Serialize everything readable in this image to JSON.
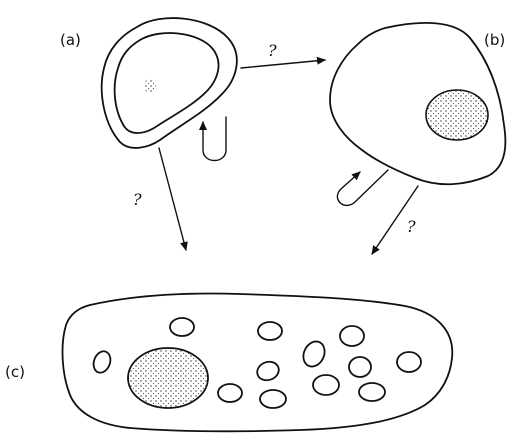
{
  "panels": {
    "a": {
      "label": "(a)"
    },
    "b": {
      "label": "(b)"
    },
    "c": {
      "label": "(c)"
    }
  },
  "arrows": {
    "a_to_b": {
      "text": "?"
    },
    "a_to_c": {
      "text": "?"
    },
    "b_to_c": {
      "text": "?"
    }
  }
}
